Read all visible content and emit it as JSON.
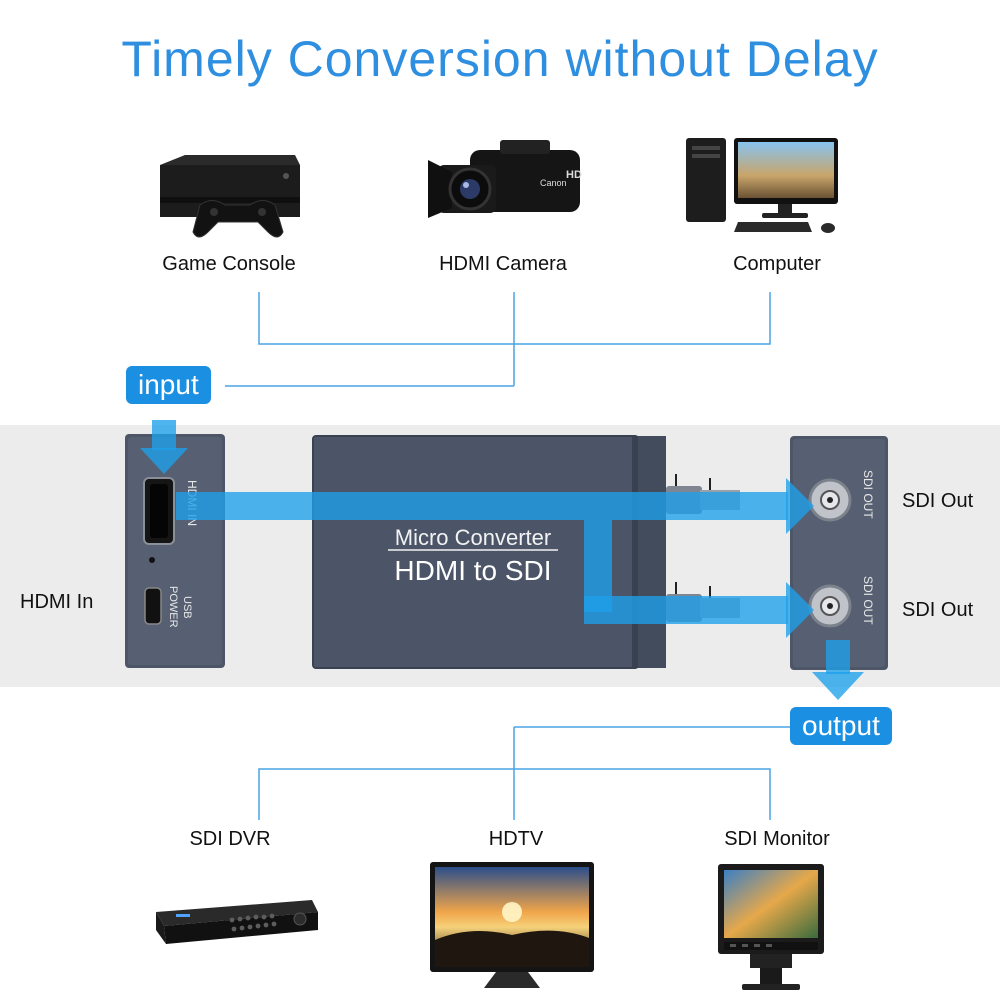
{
  "title": "Timely Conversion without Delay",
  "sources": [
    {
      "label": "Game Console",
      "icon": "game-console-icon"
    },
    {
      "label": "HDMI Camera",
      "icon": "camera-icon"
    },
    {
      "label": "Computer",
      "icon": "computer-icon"
    }
  ],
  "tags": {
    "input": "input",
    "output": "output"
  },
  "device": {
    "line1": "Micro Converter",
    "line2": "HDMI to SDI",
    "port_hdmi": "HDMI IN",
    "port_usb": "USB POWER",
    "port_sdi_1": "SDI OUT",
    "port_sdi_2": "SDI OUT"
  },
  "side_labels": {
    "hdmi_in": "HDMI In",
    "sdi_out_1": "SDI Out",
    "sdi_out_2": "SDI Out"
  },
  "destinations": [
    {
      "label": "SDI DVR",
      "icon": "dvr-icon"
    },
    {
      "label": "HDTV",
      "icon": "tv-icon"
    },
    {
      "label": "SDI Monitor",
      "icon": "monitor-icon"
    }
  ],
  "colors": {
    "accent": "#2e8fe0",
    "flow": "#1ea0ea",
    "device": "#4a5466"
  }
}
